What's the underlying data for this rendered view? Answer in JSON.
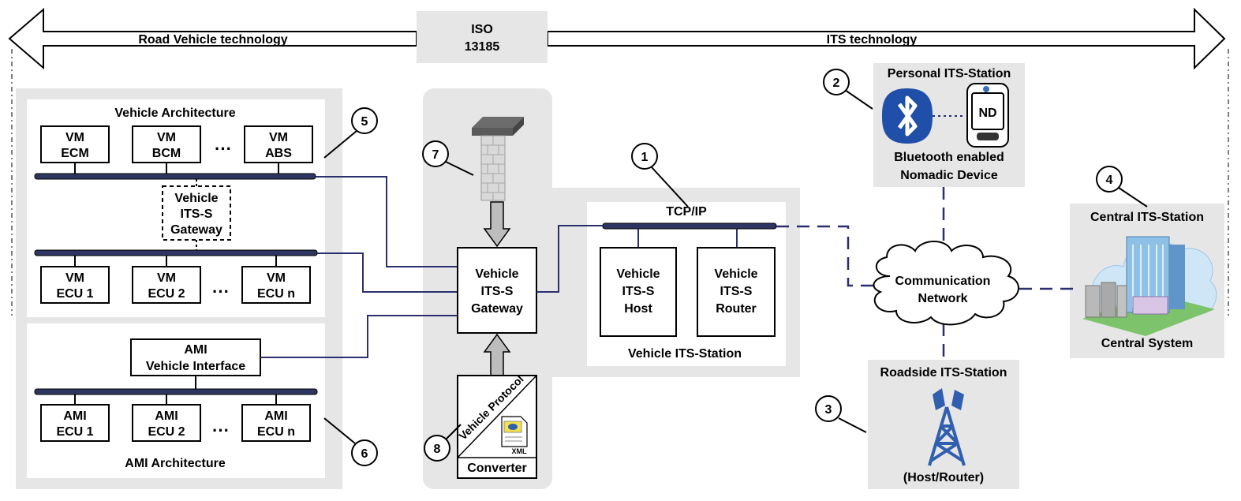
{
  "colors": {
    "panel": "#e6e6e6",
    "bus": "#2f3561",
    "wire": "#2b2f6e",
    "bluetooth": "#1f4fa8",
    "tower": "#2f5fae",
    "building": "#8fc1e6"
  },
  "banner": {
    "left": "Road Vehicle technology",
    "center_line1": "ISO",
    "center_line2": "13185",
    "right": "ITS technology"
  },
  "vehicle_arch": {
    "title": "Vehicle Architecture",
    "top_modules": [
      {
        "l1": "VM",
        "l2": "ECM"
      },
      {
        "l1": "VM",
        "l2": "BCM"
      },
      {
        "l1": "VM",
        "l2": "ABS"
      }
    ],
    "gateway": {
      "l1": "Vehicle",
      "l2": "ITS-S",
      "l3": "Gateway"
    },
    "bottom_modules": [
      {
        "l1": "VM",
        "l2": "ECU 1"
      },
      {
        "l1": "VM",
        "l2": "ECU 2"
      },
      {
        "l1": "VM",
        "l2": "ECU n"
      }
    ],
    "ellipsis": "···"
  },
  "ami_arch": {
    "interface": {
      "l1": "AMI",
      "l2": "Vehicle Interface"
    },
    "modules": [
      {
        "l1": "AMI",
        "l2": "ECU 1"
      },
      {
        "l1": "AMI",
        "l2": "ECU 2"
      },
      {
        "l1": "AMI",
        "l2": "ECU n"
      }
    ],
    "title": "AMI Architecture"
  },
  "center": {
    "gateway": {
      "l1": "Vehicle",
      "l2": "ITS-S",
      "l3": "Gateway"
    },
    "converter_protocol": "Vehicle Protocol",
    "converter_label": "Converter",
    "xml": "XML"
  },
  "its_station": {
    "bus_label": "TCP/IP",
    "host": {
      "l1": "Vehicle",
      "l2": "ITS-S",
      "l3": "Host"
    },
    "router": {
      "l1": "Vehicle",
      "l2": "ITS-S",
      "l3": "Router"
    },
    "title": "Vehicle ITS-Station"
  },
  "personal": {
    "title": "Personal ITS-Station",
    "nd": "ND",
    "caption_l1": "Bluetooth enabled",
    "caption_l2": "Nomadic Device"
  },
  "network": {
    "l1": "Communication",
    "l2": "Network"
  },
  "roadside": {
    "title": "Roadside ITS-Station",
    "caption": "(Host/Router)"
  },
  "central": {
    "title": "Central ITS-Station",
    "caption": "Central System"
  },
  "callouts": [
    "1",
    "2",
    "3",
    "4",
    "5",
    "6",
    "7",
    "8"
  ]
}
